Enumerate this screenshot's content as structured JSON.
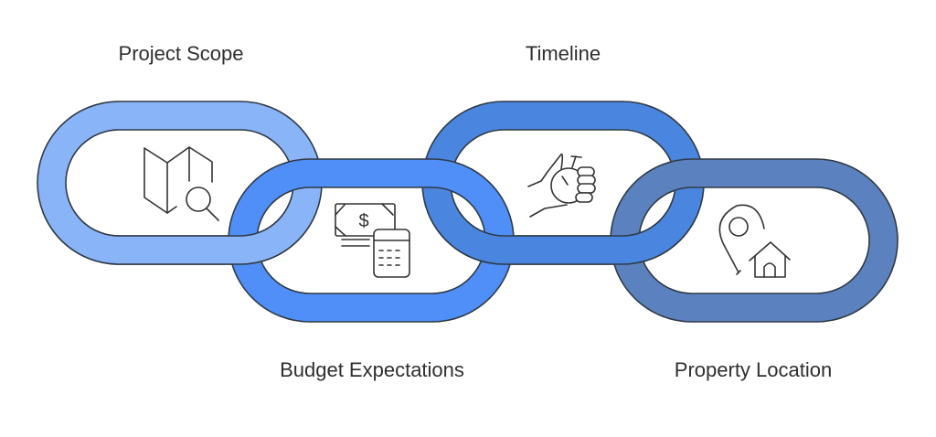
{
  "links": [
    {
      "label": "Project Scope",
      "icon": "map-search-icon",
      "color": "#8ab4f8"
    },
    {
      "label": "Budget Expectations",
      "icon": "money-calculator-icon",
      "color": "#4f8ff7"
    },
    {
      "label": "Timeline",
      "icon": "hand-stopwatch-icon",
      "color": "#4a86e0"
    },
    {
      "label": "Property Location",
      "icon": "location-home-icon",
      "color": "#5b82bf"
    }
  ],
  "outline_color": "#2f3a45"
}
